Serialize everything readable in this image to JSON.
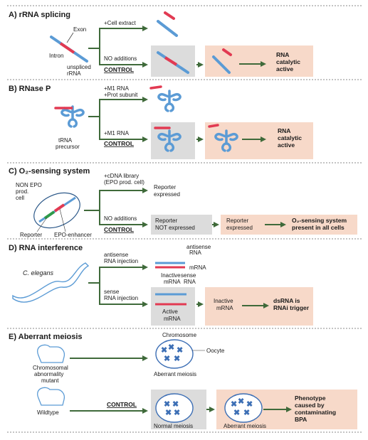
{
  "colors": {
    "arrow": "#3f6a3a",
    "grey_box": "#dcdcdc",
    "pink_box": "#f7d9c9",
    "rna_pink": "#e23a52",
    "rna_blue": "#5b9bd5",
    "cell_green": "#2e9a4a"
  },
  "sectionA": {
    "title": "A) rRNA splicing",
    "exon": "Exon",
    "intron": "Intron",
    "unspliced": [
      "unspliced",
      "rRNA"
    ],
    "cell_extract": "+Cell extract",
    "no_additions": "NO additions",
    "control": "CONTROL",
    "result": [
      "RNA",
      "catalytic",
      "active"
    ]
  },
  "sectionB": {
    "title": "B) RNase P",
    "plus_top": [
      "+M1 RNA",
      "+Prot subunit"
    ],
    "plus_bottom": "+M1 RNA",
    "control": "CONTROL",
    "precursor": [
      "tRNA",
      "precursor"
    ],
    "result": [
      "RNA",
      "catalytic",
      "active"
    ]
  },
  "sectionC": {
    "title": "C) O₂-sensing system",
    "cell_label": [
      "NON EPO",
      "prod.",
      "cell"
    ],
    "cdna": [
      "+cDNA library",
      "(EPO prod. cell)"
    ],
    "expressed": [
      "Reporter",
      "expressed"
    ],
    "no_additions": "NO additions",
    "control": "CONTROL",
    "not_expressed": [
      "Reporter",
      "NOT expressed"
    ],
    "expressed2": [
      "Reporter",
      "expressed"
    ],
    "reporter": "Reporter",
    "enhancer": "EPO-enhancer",
    "result": [
      "O₂-sensing system",
      "present in all cells"
    ]
  },
  "sectionD": {
    "title": "D) RNA interference",
    "organism": "C. elegans",
    "antisense_injection": [
      "antisense",
      "RNA injection"
    ],
    "antisense_rna": [
      "antisense",
      "RNA"
    ],
    "mrna": "mRNA",
    "inactive_mrna": [
      "Inactive",
      "mRNA"
    ],
    "sense_rna": [
      "sense",
      "RNA"
    ],
    "sense_injection": [
      "sense",
      "RNA injection"
    ],
    "active_mrna": [
      "Active",
      "mRNA"
    ],
    "inactive_mrna2": [
      "Inactive",
      "mRNA"
    ],
    "result": [
      "dsRNA is",
      "RNAi trigger"
    ]
  },
  "sectionE": {
    "title": "E) Aberrant meiosis",
    "chromosome": "Chromosome",
    "oocyte": "Oocyte",
    "mutant": [
      "Chromosomal",
      "abnormality",
      "mutant"
    ],
    "aberrant1": "Aberrant meiosis",
    "wildtype": "Wildtype",
    "control": "CONTROL",
    "normal": "Normal meiosis",
    "aberrant2": "Aberrant meiosis",
    "result": [
      "Phenotype",
      "caused by",
      "contaminating",
      "BPA"
    ]
  }
}
